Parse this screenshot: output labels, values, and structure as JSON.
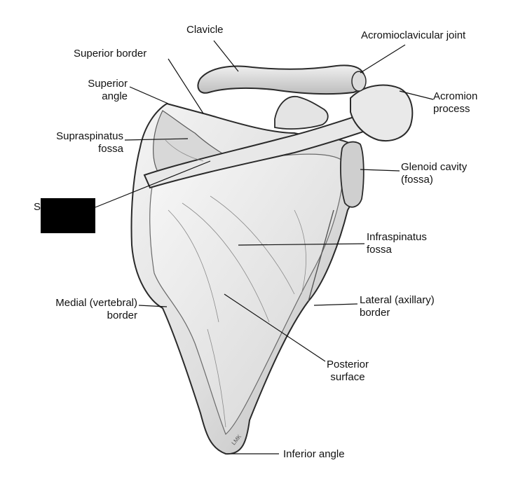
{
  "labels": {
    "clavicle": "Clavicle",
    "acromioclavicular_joint": "Acromioclavicular joint",
    "superior_border": "Superior border",
    "superior_angle": [
      "Superior",
      "angle"
    ],
    "acromion_process": [
      "Acromion",
      "process"
    ],
    "supraspinatus_fossa": [
      "Supraspinatus",
      "fossa"
    ],
    "glenoid_cavity": [
      "Glenoid cavity",
      "(fossa)"
    ],
    "spine_partial": "S",
    "infraspinatus_fossa": [
      "Infraspinatus",
      "fossa"
    ],
    "medial_border": [
      "Medial (vertebral)",
      "border"
    ],
    "lateral_border": [
      "Lateral (axillary)",
      "border"
    ],
    "posterior_surface": [
      "Posterior",
      "surface"
    ],
    "inferior_angle": "Inferior angle",
    "artist_signature": "LMK"
  },
  "colors": {
    "bone_light": "#f2f2f2",
    "bone_mid": "#cfcfcf",
    "bone_shadow": "#9a9a9a",
    "outline": "#2a2a2a",
    "redaction": "#000000"
  }
}
